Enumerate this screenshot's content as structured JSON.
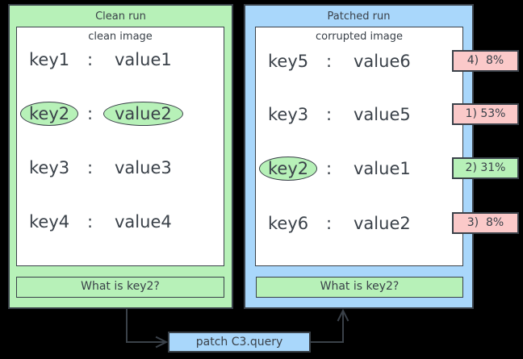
{
  "colors": {
    "green": "#b7f1b8",
    "blue": "#a9d7fb",
    "pink": "#fbc9c9",
    "dark": "#3a4149",
    "bg": "#000000"
  },
  "separator": ":",
  "clean_panel": {
    "title": "Clean run",
    "image_label": "clean image",
    "rows": [
      {
        "key": "key1",
        "value": "value1"
      },
      {
        "key": "key2",
        "value": "value2"
      },
      {
        "key": "key3",
        "value": "value3"
      },
      {
        "key": "key4",
        "value": "value4"
      }
    ],
    "query": "What is key2?"
  },
  "patched_panel": {
    "title": "Patched run",
    "image_label": "corrupted image",
    "rows": [
      {
        "key": "key5",
        "value": "value6",
        "badge": "4)  8%"
      },
      {
        "key": "key3",
        "value": "value5",
        "badge": "1) 53%"
      },
      {
        "key": "key2",
        "value": "value1",
        "badge": "2) 31%"
      },
      {
        "key": "key6",
        "value": "value2",
        "badge": "3)  8%"
      }
    ],
    "query": "What is key2?"
  },
  "patch_box": {
    "label": "patch C3.query"
  }
}
